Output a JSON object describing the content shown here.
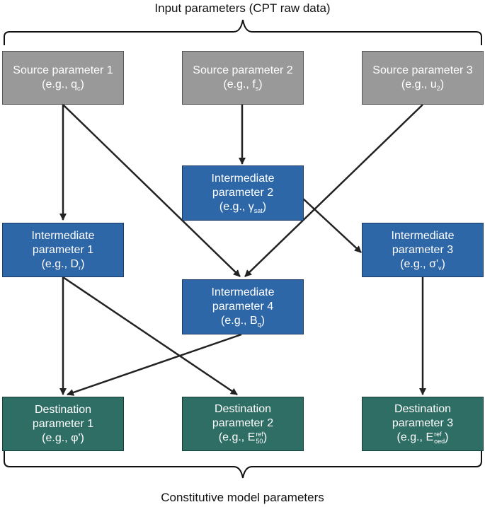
{
  "top_title": "Input parameters (CPT raw data)",
  "bottom_title": "Constitutive model parameters",
  "colors": {
    "source": "#999999",
    "intermediate": "#2e67a8",
    "destination": "#2f6e65"
  },
  "source": [
    {
      "line1": "Source parameter 1",
      "ex_prefix": "(e.g., q",
      "ex_sub": "c",
      "ex_suffix": ")"
    },
    {
      "line1": "Source parameter 2",
      "ex_prefix": "(e.g., f",
      "ex_sub": "s",
      "ex_suffix": ")"
    },
    {
      "line1": "Source parameter 3",
      "ex_prefix": "(e.g., u",
      "ex_sub": "2",
      "ex_suffix": ")"
    }
  ],
  "intermediate": [
    {
      "line1": "Intermediate",
      "line2": "parameter 1",
      "ex_prefix": "(e.g., D",
      "ex_sub": "r",
      "ex_suffix": ")"
    },
    {
      "line1": "Intermediate",
      "line2": "parameter 2",
      "ex_prefix": "(e.g., γ",
      "ex_sub": "sat",
      "ex_suffix": ")"
    },
    {
      "line1": "Intermediate",
      "line2": "parameter 3",
      "ex_prefix": "(e.g., σ'",
      "ex_sub": "v",
      "ex_suffix": ")"
    },
    {
      "line1": "Intermediate",
      "line2": "parameter 4",
      "ex_prefix": "(e.g., B",
      "ex_sub": "q",
      "ex_suffix": ")"
    }
  ],
  "destination": [
    {
      "line1": "Destination",
      "line2": "parameter 1",
      "ex_prefix": "(e.g., φ')"
    },
    {
      "line1": "Destination",
      "line2": "parameter 2",
      "ex_prefix": "(e.g., E",
      "ex_sup": "ref",
      "ex_sub": "50",
      "ex_suffix": ")"
    },
    {
      "line1": "Destination",
      "line2": "parameter 3",
      "ex_prefix": "(e.g., E",
      "ex_sup": "ref",
      "ex_sub": "oed",
      "ex_suffix": ")"
    }
  ]
}
